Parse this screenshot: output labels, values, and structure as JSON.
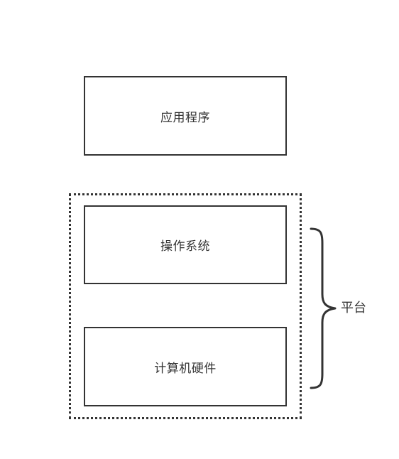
{
  "boxes": {
    "application": "应用程序",
    "operating_system": "操作系统",
    "hardware": "计算机硬件"
  },
  "group": {
    "label": "平台"
  }
}
